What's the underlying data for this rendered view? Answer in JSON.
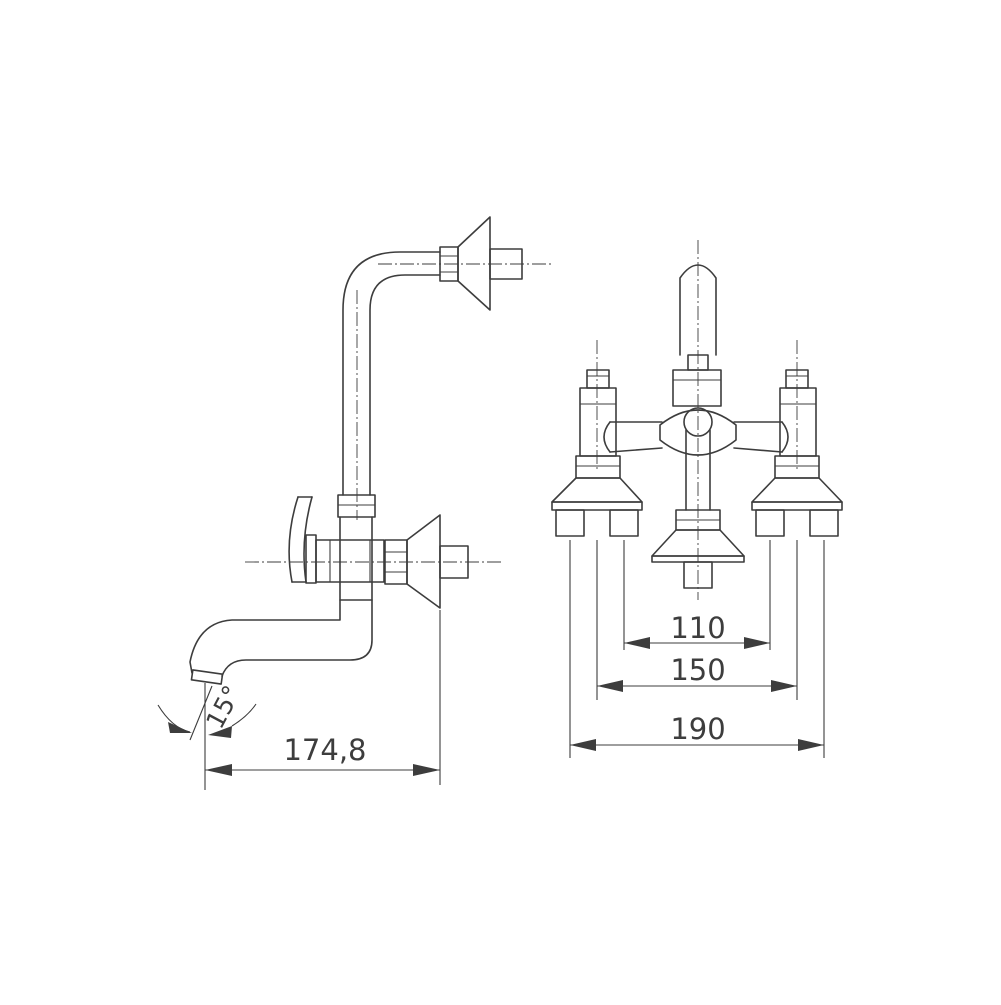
{
  "drawing": {
    "side_view": {
      "width_label": "174,8",
      "angle_label": "15°"
    },
    "front_view": {
      "dim_inner": "110",
      "dim_middle": "150",
      "dim_outer": "190"
    }
  },
  "colors": {
    "line": "#3d3d3d",
    "background": "#ffffff"
  }
}
